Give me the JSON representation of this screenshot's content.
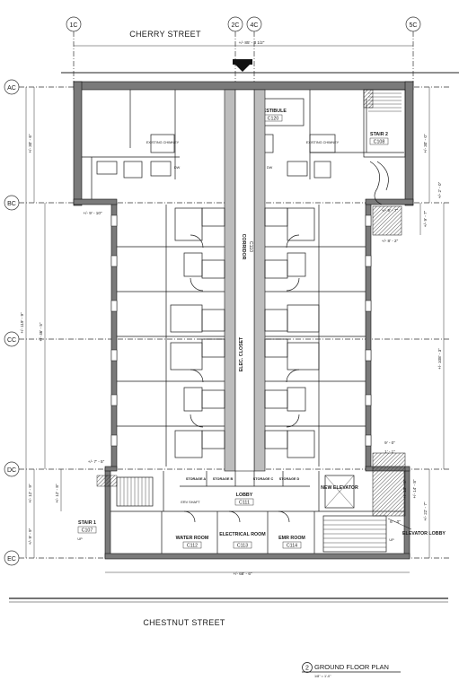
{
  "streets": {
    "north": "CHERRY STREET",
    "south": "CHESTNUT STREET"
  },
  "grid_lines": {
    "columns": [
      "1C",
      "2C",
      "4C",
      "5C"
    ],
    "rows": [
      "AC",
      "BC",
      "CC",
      "DC",
      "EC"
    ]
  },
  "rooms": {
    "vestibule": {
      "name": "VESTIBULE",
      "tag": "C120"
    },
    "stair2": {
      "name": "STAIR 2",
      "tag": "C108"
    },
    "chimney_west": "EXISTING CHIMNEY",
    "chimney_east": "EXISTING CHIMNEY",
    "corridor": {
      "name": "CORRIDOR",
      "tag": "C110"
    },
    "elec_closet": "ELEC. CLOSET",
    "storage_a": "STORAGE A",
    "storage_b": "STORAGE B",
    "storage_c": "STORAGE C",
    "storage_d": "STORAGE D",
    "lobby": {
      "name": "LOBBY",
      "tag": "C111"
    },
    "erv_shaft": "ERV SHAFT",
    "stair1": {
      "name": "STAIR 1",
      "tag": "C107"
    },
    "water_room": {
      "name": "WATER ROOM",
      "tag": "C112"
    },
    "electrical_room": {
      "name": "ELECTRICAL ROOM",
      "tag": "C113"
    },
    "emr_room": {
      "name": "EMR ROOM",
      "tag": "C114"
    },
    "new_elevator": "NEW ELEVATOR",
    "elevator_lobby": "ELEVATOR LOBBY",
    "up_label": "UP",
    "dw_label": "DW"
  },
  "dimensions": {
    "top_overall": "+/- 85' - 3 1/2\"",
    "bottom_overall": "+/- 68' - 6\"",
    "left_overall": "+/- 119' - 9\"",
    "left_ac_bc": "+/- 30' - 6\"",
    "left_bc_cc": "+/- 46' - 5\"",
    "left_dc_ec1": "+/- 12' - 9\"",
    "left_dc_ec2": "+/- 9' - 9\"",
    "left_inner_dc": "+/- 12' - 8\"",
    "bc_offset_left": "+/- 9' - 10\"",
    "dc_offset_left": "+/- 7' - 5\"",
    "right_ac_bc": "+/- 30' - 0\"",
    "right_sub1": "+/- 9' - 7\"",
    "right_sub2": "+/- 8' - 2\"",
    "right_sub3": "+/- 2' - 0\"",
    "right_overall": "+/- 108' - 3\"",
    "right_bottom": "+/- 22' - 7\"",
    "right_elev": "+/- 14' - 8\"",
    "right_elev2": "+/- 13' - 5\"",
    "right_dc_a": "9' - 0\"",
    "right_dc_b": "1' - 1\"",
    "right_small": "6' - 0\""
  },
  "title_block": {
    "number": "2",
    "title": "GROUND FLOOR PLAN",
    "scale": "1/8\" = 1'-0\""
  },
  "colors": {
    "wall": "#6e6e6e",
    "line": "#1a1a1a",
    "hatch": "#2a2a2a"
  }
}
